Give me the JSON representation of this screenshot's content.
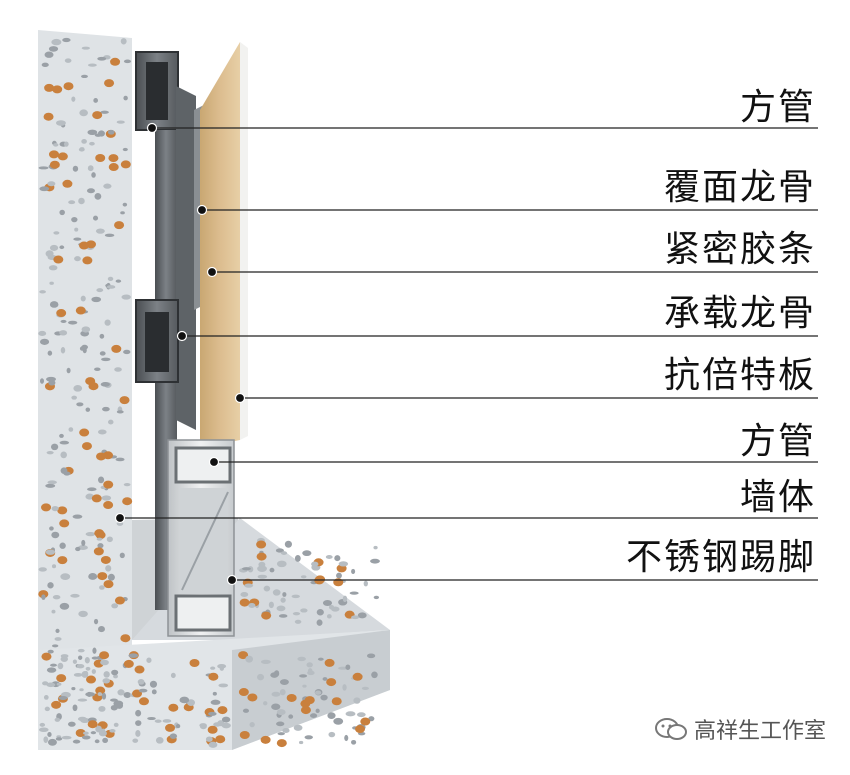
{
  "labels": [
    "方管",
    "覆面龙骨",
    "紧密胶条",
    "承载龙骨",
    "抗倍特板",
    "方管",
    "墙体",
    "不锈钢踢脚"
  ],
  "watermark": "高祥生工作室",
  "colors": {
    "concrete": "#dfe3e6",
    "concrete_dark": "#9aa0a6",
    "aggregate": "#c9803d",
    "steel": "#6f7478",
    "steel_dark": "#3c3f42",
    "panel": "#d9b98a",
    "stainless": "#dfe1e2",
    "leader": "#222222"
  }
}
